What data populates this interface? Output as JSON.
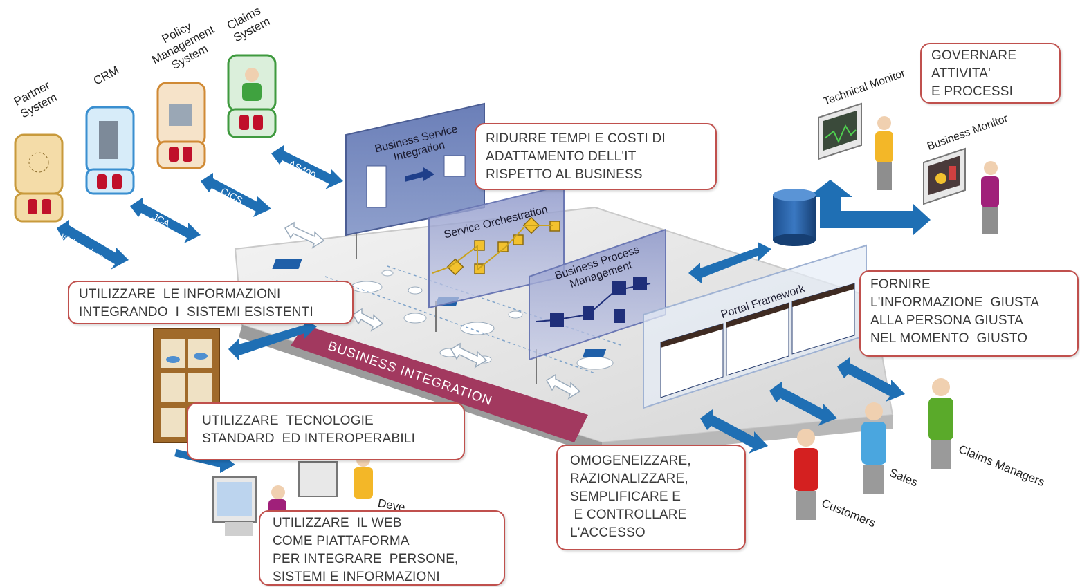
{
  "systems": {
    "partner": [
      "Partner",
      "System"
    ],
    "crm": [
      "CRM"
    ],
    "policy": [
      "Policy",
      "Management",
      "System"
    ],
    "claims": [
      "Claims",
      "System"
    ]
  },
  "connectors": {
    "webservices": "Webservices",
    "jca": "JCA",
    "cics": "CICS",
    "as400": "AS400"
  },
  "panels": {
    "bsi": [
      "Business Service",
      "Integration"
    ],
    "orchestration": "Service Orchestration",
    "bpm": [
      "Business Process",
      "Management"
    ],
    "portal": "Portal Framework"
  },
  "platform_banner": "BUSINESS INTEGRATION",
  "monitors": {
    "technical": "Technical Monitor",
    "business": "Business Monitor"
  },
  "people": {
    "customers": "Customers",
    "sales": "Sales",
    "claims_managers": "Claims Managers",
    "developers_partial": "Deve"
  },
  "callouts": {
    "governare": [
      "GOVERNARE",
      "ATTIVITA'",
      "E PROCESSI"
    ],
    "ridurre": [
      "RIDURRE TEMPI E COSTI DI",
      "ADATTAMENTO DELL'IT",
      "RISPETTO AL BUSINESS"
    ],
    "utilizzare_info": [
      "UTILIZZARE  LE INFORMAZIONI",
      "INTEGRANDO  I  SISTEMI ESISTENTI"
    ],
    "fornire": [
      "FORNIRE",
      "L'INFORMAZIONE  GIUSTA",
      "ALLA PERSONA GIUSTA",
      "NEL MOMENTO  GIUSTO"
    ],
    "tecnologie": [
      "UTILIZZARE  TECNOLOGIE",
      "STANDARD  ED INTEROPERABILI"
    ],
    "omogeneizzare": [
      "OMOGENEIZZARE,",
      "RAZIONALIZZARE,",
      "SEMPLIFICARE E",
      " E CONTROLLARE",
      "L'ACCESSO"
    ],
    "web": [
      "UTILIZZARE  IL WEB",
      "COME PIATTAFORMA",
      "PER INTEGRARE  PERSONE,",
      "SISTEMI E INFORMAZIONI"
    ]
  },
  "colors": {
    "callout_border": "#c0504d",
    "arrow_blue": "#1f6fb4",
    "banner": "#a2395f",
    "panel_blue": "#5a6ea8",
    "platform": "#e9e9e9"
  }
}
